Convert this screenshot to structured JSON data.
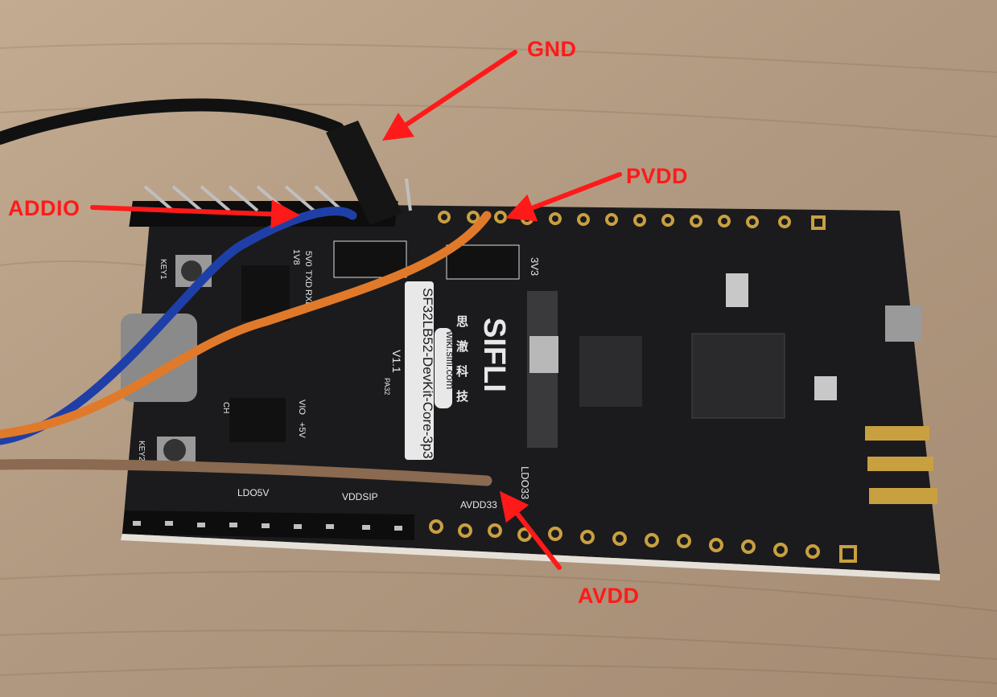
{
  "annotations": {
    "gnd": "GND",
    "pvdd": "PVDD",
    "addio": "ADDIO",
    "avdd": "AVDD"
  },
  "board": {
    "model": "SF32LB52-DevKit-Core-3p3",
    "website": "wiki.sifli.com",
    "brand": "SIFLI",
    "chinese": "思澈科技",
    "version": "V1.1",
    "silkscreen": [
      "3V3",
      "LDO33",
      "AVDD33",
      "VDDSIP",
      "LDO5V",
      "KEY1",
      "KEY2",
      "1V8",
      "5V0",
      "TXD",
      "RXD",
      "PA32",
      "VIO",
      "+5V",
      "CH"
    ]
  },
  "colors": {
    "annotation": "#ff1a1a",
    "pcb": "#1b1b1d",
    "wood": "#b39c82",
    "wire_black": "#111111",
    "wire_blue": "#1f3fa8",
    "wire_orange": "#e07a2a",
    "wire_brown": "#8a6a50",
    "gold_pad": "#c9a040"
  }
}
